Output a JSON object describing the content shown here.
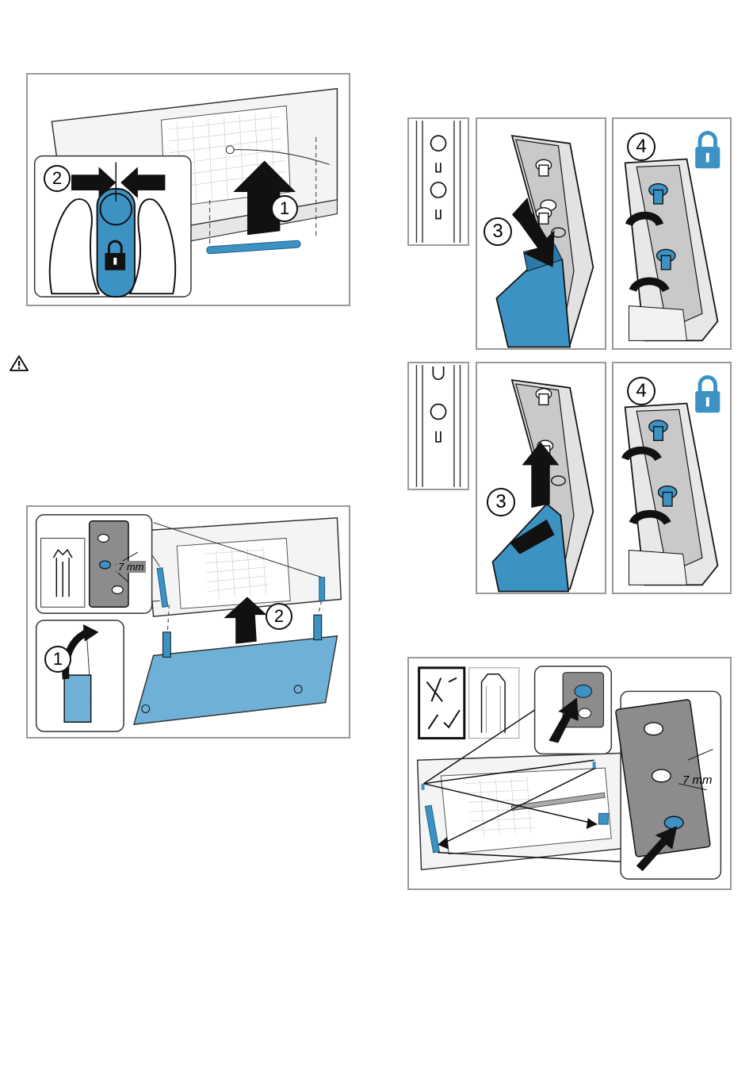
{
  "figures": {
    "fig_a": {
      "steps": [
        "1",
        "2"
      ]
    },
    "fig_b": {
      "steps": [
        "1",
        "2"
      ],
      "dimension": "7 mm"
    },
    "fig_c": {
      "steps": [
        "3",
        "4"
      ]
    },
    "fig_d": {
      "steps": [
        "3",
        "4"
      ]
    },
    "fig_e": {
      "dimension": "7 mm"
    }
  },
  "icons": {
    "warning": "warning-triangle-icon",
    "lock": "padlock-icon"
  },
  "colors": {
    "accent_blue": "#3d92c4",
    "frame_border": "#9a9a9a",
    "part_grey": "#c9c9c9"
  }
}
